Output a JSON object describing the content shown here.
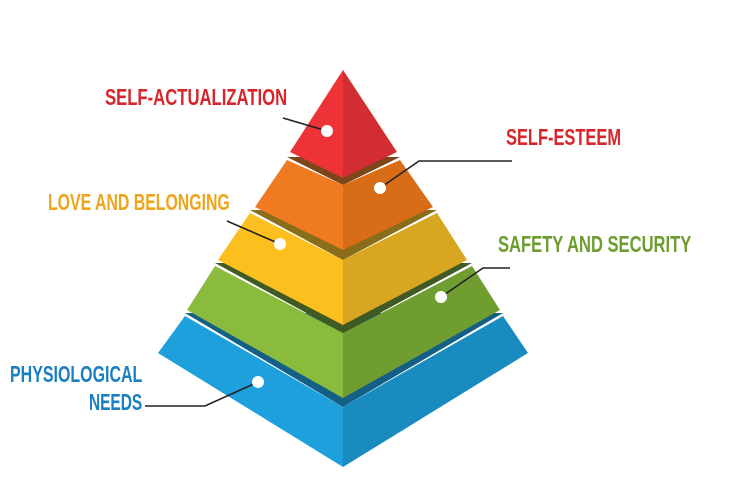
{
  "labels": {
    "self_actualization": "SELF-ACTUALIZATION",
    "self_esteem": "SELF-ESTEEM",
    "love_belonging": "LOVE AND BELONGING",
    "safety_security": "SAFETY AND SECURITY",
    "physiological_line1": "PHYSIOLOGICAL",
    "physiological_line2": "NEEDS"
  },
  "colors": {
    "self_actualization": "#d7262b",
    "self_esteem": "#d7262b",
    "love_belonging": "#eea51d",
    "safety_security": "#6c9d2e",
    "physiological": "#1a7fc0"
  }
}
